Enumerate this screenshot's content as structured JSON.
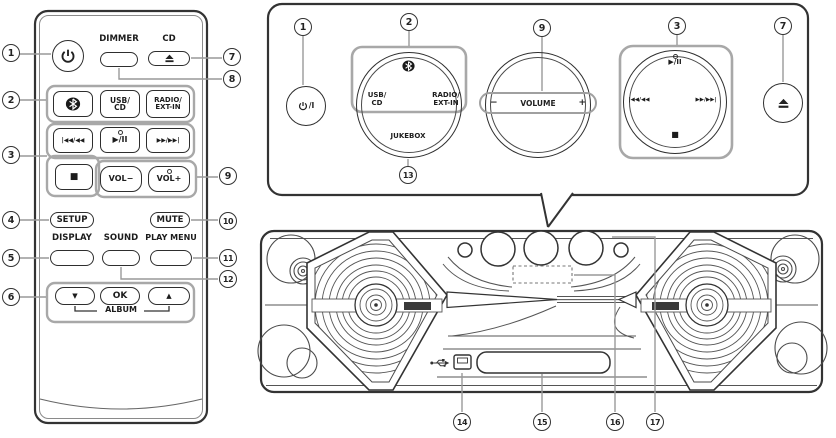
{
  "colors": {
    "line": "#333333",
    "callout_line": "#999999",
    "group_outline": "#a8a8a8",
    "background": "#ffffff",
    "bluetooth_badge": "#1a1a1a"
  },
  "icons": {
    "power": "power-icon",
    "eject": "eject-icon",
    "bluetooth": "bluetooth-icon",
    "usb": "usb-icon"
  },
  "callouts": {
    "c1": "1",
    "c2": "2",
    "c3": "3",
    "c4": "4",
    "c5": "5",
    "c6": "6",
    "c7": "7",
    "c8": "8",
    "c9": "9",
    "c10": "10",
    "c11": "11",
    "c12": "12",
    "c13": "13",
    "c14": "14",
    "c15": "15",
    "c16": "16",
    "c17": "17"
  },
  "remote": {
    "dimmer": "DIMMER",
    "cd": "CD",
    "source": {
      "usb_line1": "USB/",
      "usb_line2": "CD",
      "radio_line1": "RADIO/",
      "radio_line2": "EXT-IN"
    },
    "transport": {
      "prev": "|◀◀/◀◀",
      "play": "▶/II",
      "next": "▶▶/▶▶|",
      "stop": "■"
    },
    "volume": {
      "minus": "VOL−",
      "plus": "VOL+"
    },
    "setup": "SETUP",
    "mute": "MUTE",
    "display": "DISPLAY",
    "sound": "SOUND",
    "play_menu": "PLAY MENU",
    "album": {
      "down": "▼",
      "ok": "OK",
      "up": "▲",
      "label": "ALBUM"
    }
  },
  "panel": {
    "power_suffix": "/I",
    "selector": {
      "usb_line1": "USB/",
      "usb_line2": "CD",
      "radio_line1": "RADIO/",
      "radio_line2": "EXT-IN",
      "jukebox": "JUKEBOX"
    },
    "volume": {
      "minus": "−",
      "label": "VOLUME",
      "plus": "+"
    },
    "transport": {
      "play": "▶/II",
      "prev": "|◀◀/◀◀",
      "next": "▶▶/▶▶|",
      "stop": "■"
    }
  }
}
